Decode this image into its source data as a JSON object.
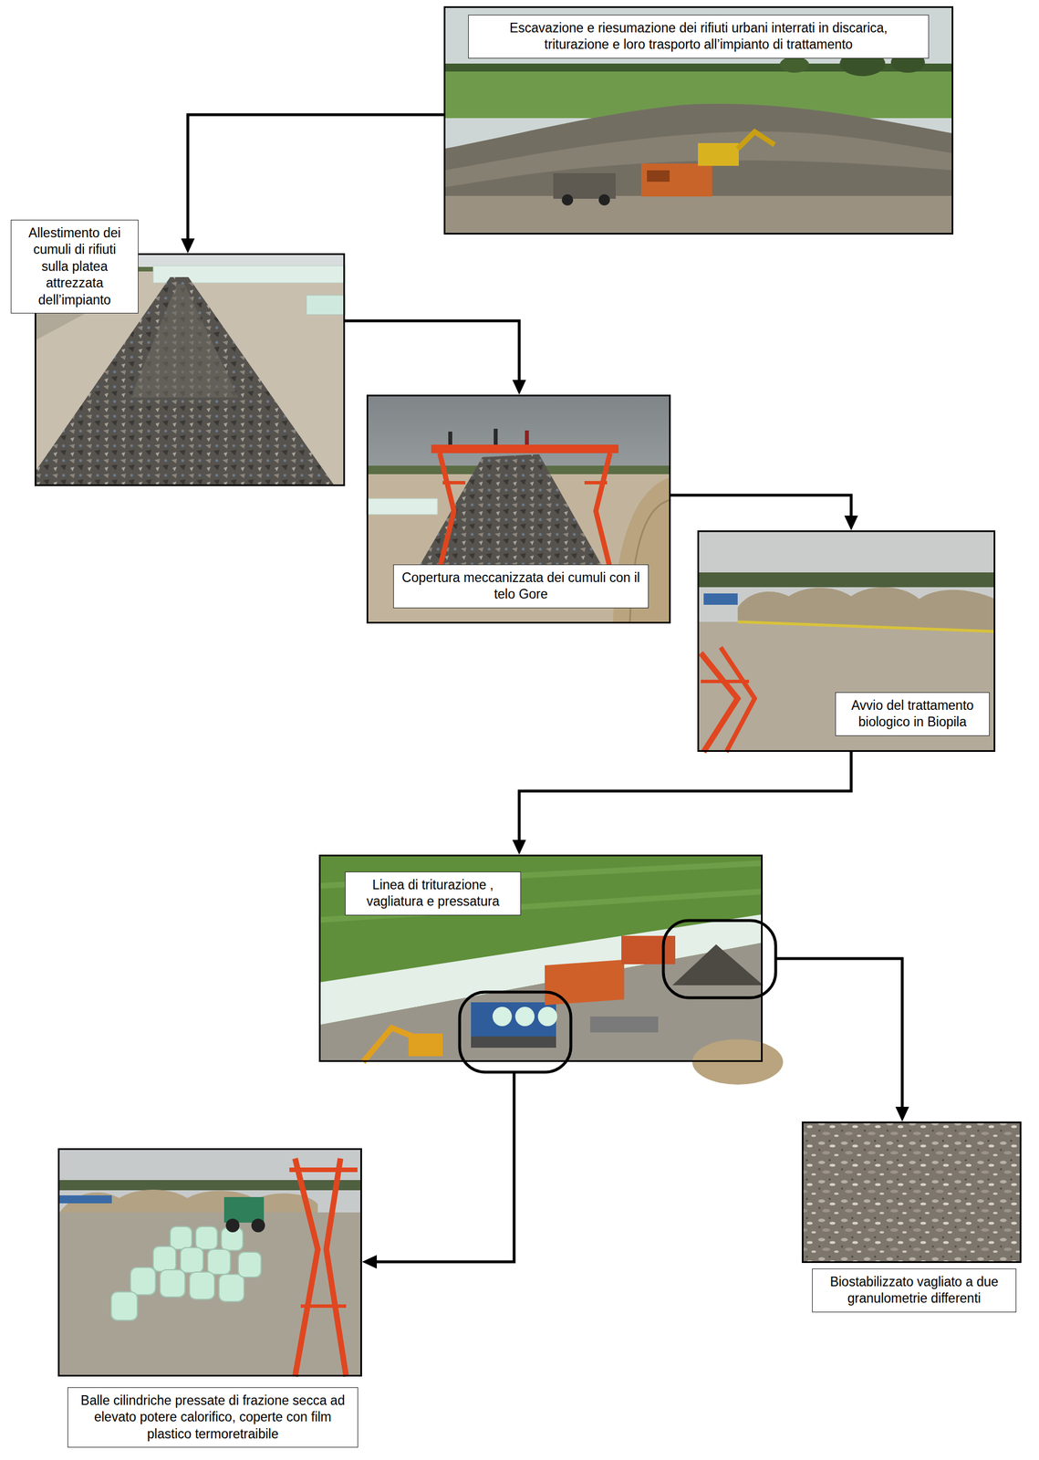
{
  "diagram": {
    "nodes": [
      {
        "text": [
          "Escavazione e riesumazione dei rifiuti urbani interrati in discarica, triturazione  e loro trasporto all’impianto di trattamento"
        ]
      },
      {
        "text": [
          "Allestimento dei cumuli di rifiuti sulla platea attrezzata dell’impianto"
        ]
      },
      {
        "text": [
          "Copertura meccanizzata dei cumuli con il telo Gore"
        ]
      },
      {
        "text": [
          "Avvio del trattamento biologico in Biopila"
        ]
      },
      {
        "text": [
          "Linea di triturazione , vagliatura e pressatura"
        ]
      },
      {
        "text": [
          "Balle cilindriche pressate di frazione secca ad elevato potere calorifico, coperte con film plastico termoretraibile"
        ]
      },
      {
        "text": [
          "Biostabilizzato vagliato a due granulometrie differenti"
        ]
      }
    ],
    "edges": [
      {
        "from": 0,
        "to": 1,
        "arrow": "to"
      },
      {
        "from": 1,
        "to": 2,
        "arrow": "to"
      },
      {
        "from": 2,
        "to": 3,
        "arrow": "to"
      },
      {
        "from": 3,
        "to": 4,
        "arrow": "to"
      },
      {
        "from": 4,
        "to": 5,
        "arrow": "to"
      },
      {
        "from": 4,
        "to": 6,
        "arrow": "to"
      }
    ]
  }
}
